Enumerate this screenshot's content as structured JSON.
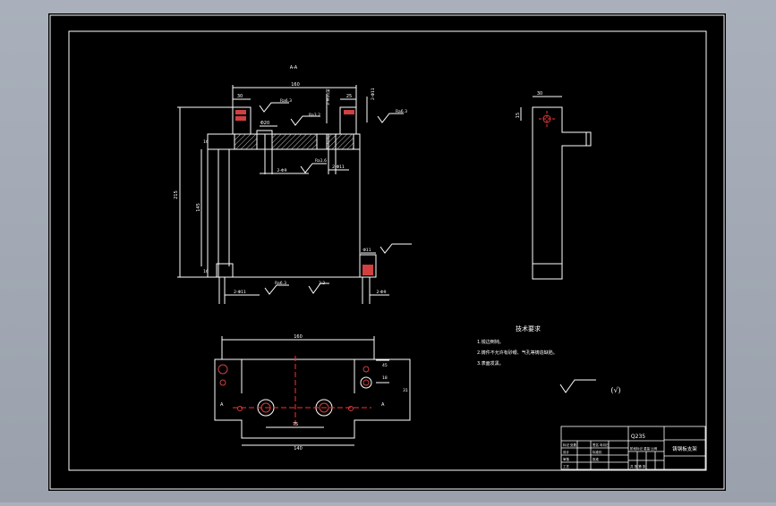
{
  "colors": {
    "background": "#9fa6b1",
    "paper": "#000000",
    "line": "#ffffff",
    "hatch": "#c9c9c9",
    "center": "#ff3030",
    "hole": "#d04040"
  },
  "section": {
    "label": "A-A"
  },
  "dims": {
    "top_width": "160",
    "left_step": "30",
    "right_step": "25",
    "height_total": "215",
    "height_body": "145",
    "height_top": "16",
    "height_bottom": "16",
    "hole_dia": "Φ20",
    "holes_2": "2-Φ11",
    "holes_2b": "2-Φ9",
    "holes_3": "3-M10深",
    "bottom_dia": "2-Φ11",
    "bottom_hole": "Φ11",
    "foot_r": "2-Φ9",
    "side_w": "30",
    "side_h": "15",
    "plan_top": "160",
    "plan_bottom": "140",
    "plan_mid": "75",
    "plan_h1": "45",
    "plan_h2": "18",
    "plan_side": "31",
    "cut_a": "A",
    "note_v": "3.2",
    "rough_top": "Ra6.3",
    "rough_mid": "Ra3.2",
    "rough_bot": "Ra6.3",
    "rough_r": "Ra1.6",
    "rough_right": "Ra6.3"
  },
  "notes": {
    "title": "技术要求",
    "items": [
      "1.锐边倒钝。",
      "2.铸件不允许有砂眼、气孔等铸造缺陷。",
      "3.表面发黑。"
    ]
  },
  "roughness_symbol": "(√)",
  "title_block": {
    "material": "Q235",
    "part_name": "铸钢板支架",
    "row_labels": [
      "标记 处数",
      "设计",
      "审核",
      "工艺"
    ],
    "mid_labels": [
      "签名 年月日",
      "标准化",
      "批准"
    ],
    "right_labels": [
      "阶段标记 重量 比例",
      "共 张 第 张"
    ]
  }
}
